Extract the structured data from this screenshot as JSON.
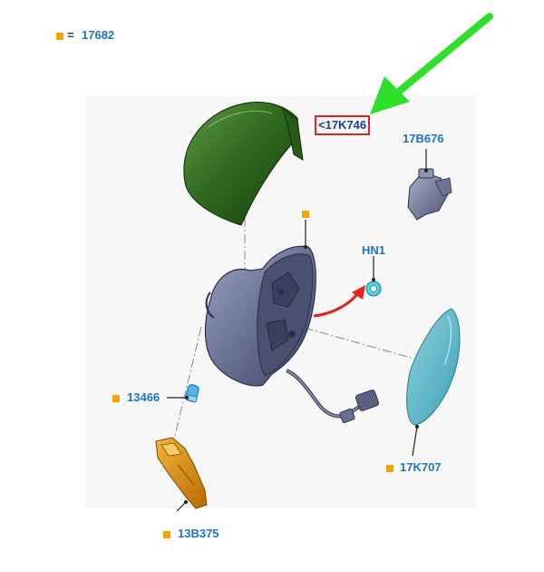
{
  "legend": {
    "marker_label": "=",
    "value": "17682"
  },
  "parts": {
    "cover": "<17K746",
    "bracket": "17B676",
    "nut": "HN1",
    "bulb": "13466",
    "lamp": "13B375",
    "glass": "17K707"
  },
  "colors": {
    "marker": "#f5a300",
    "label": "#1e73c8",
    "highlight_box": "#e0211d",
    "arrow_green": "#2ee02a",
    "arrow_red": "#e8201a",
    "cover": "#2f6a1f",
    "housing": "#6f7796",
    "glass": "#5bb8c9",
    "lamp": "#d98a00"
  },
  "icons": [
    "marker-square",
    "green-pointer-arrow",
    "red-direction-arrow"
  ]
}
